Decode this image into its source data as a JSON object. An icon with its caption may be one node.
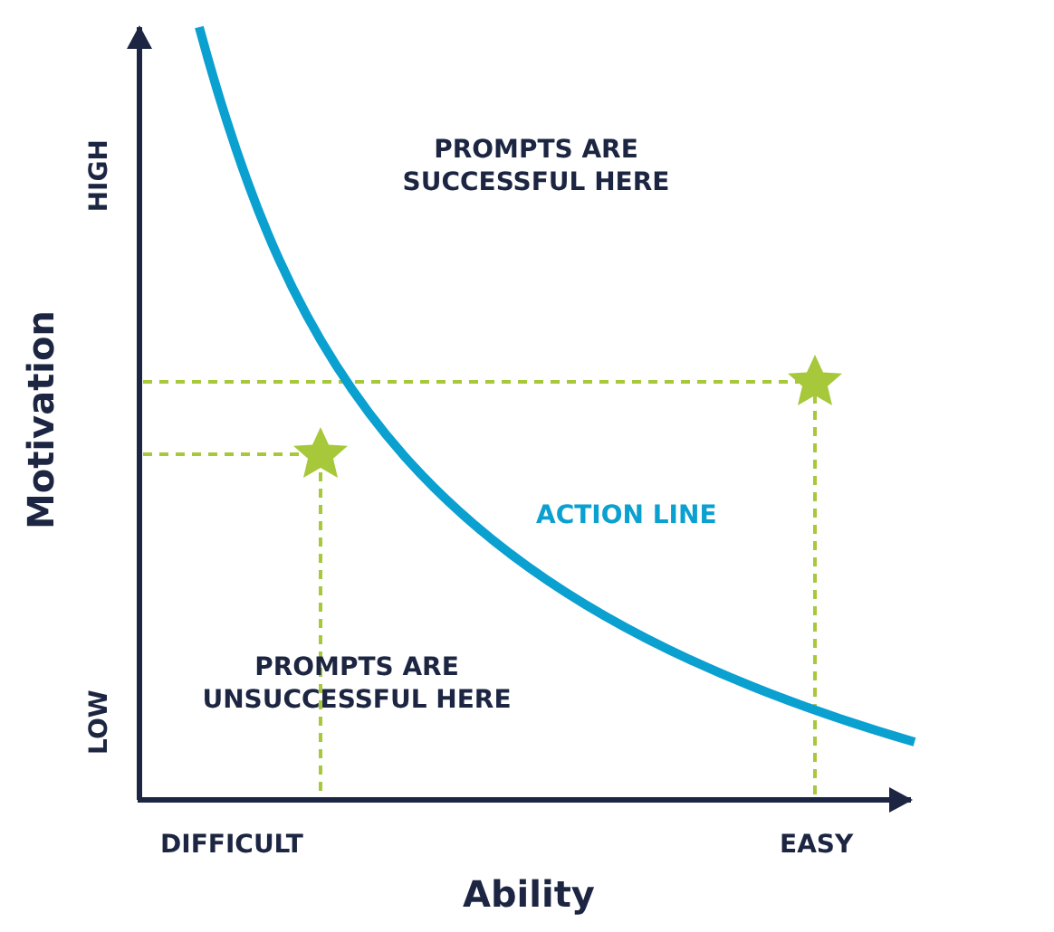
{
  "diagram": {
    "labels": [
      "HIGH",
      "LOW",
      "Motivation",
      "PROMPTS ARE SUCCESSFUL HERE",
      "ACTION LINE",
      "PROMPTS ARE UNSUCCESSFUL HERE",
      "DIFFICULT",
      "EASY",
      "Ability"
    ]
  }
}
